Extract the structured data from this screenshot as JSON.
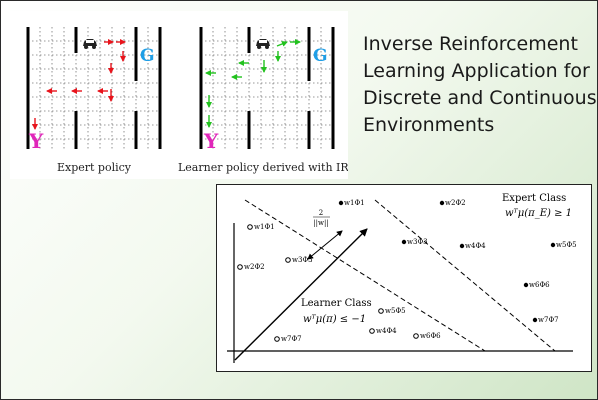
{
  "title": {
    "lines": [
      "Inverse Reinforcement",
      "Learning Application for",
      "Discrete and Continuous",
      "Environments"
    ]
  },
  "expert_grid": {
    "caption": "Expert policy",
    "goal_letter": "G",
    "start_letter": "Y",
    "arrow_color": "#e8141c"
  },
  "learner_grid": {
    "caption": "Learner policy derived with IRL",
    "goal_letter": "G",
    "start_letter": "Y",
    "arrow_color": "#22c21e"
  },
  "colors": {
    "goal": "#1f9ee6",
    "start": "#e026b9"
  },
  "svm": {
    "expert_class_label": "Expert Class",
    "expert_constraint": "wᵀμ(π_E) ≥ 1",
    "learner_class_label": "Learner Class",
    "learner_constraint": "wᵀμ(π) ≤ −1",
    "margin_label_num": "2",
    "margin_label_den": "||w||",
    "expert_points": [
      "w1Φ1",
      "w2Φ2",
      "w3Φ3",
      "w4Φ4",
      "w5Φ5",
      "w6Φ6",
      "w7Φ7"
    ],
    "learner_points": [
      "w1Φ1",
      "w2Φ2",
      "w3Φ3",
      "w4Φ4",
      "w5Φ5",
      "w6Φ6",
      "w7Φ7"
    ]
  }
}
